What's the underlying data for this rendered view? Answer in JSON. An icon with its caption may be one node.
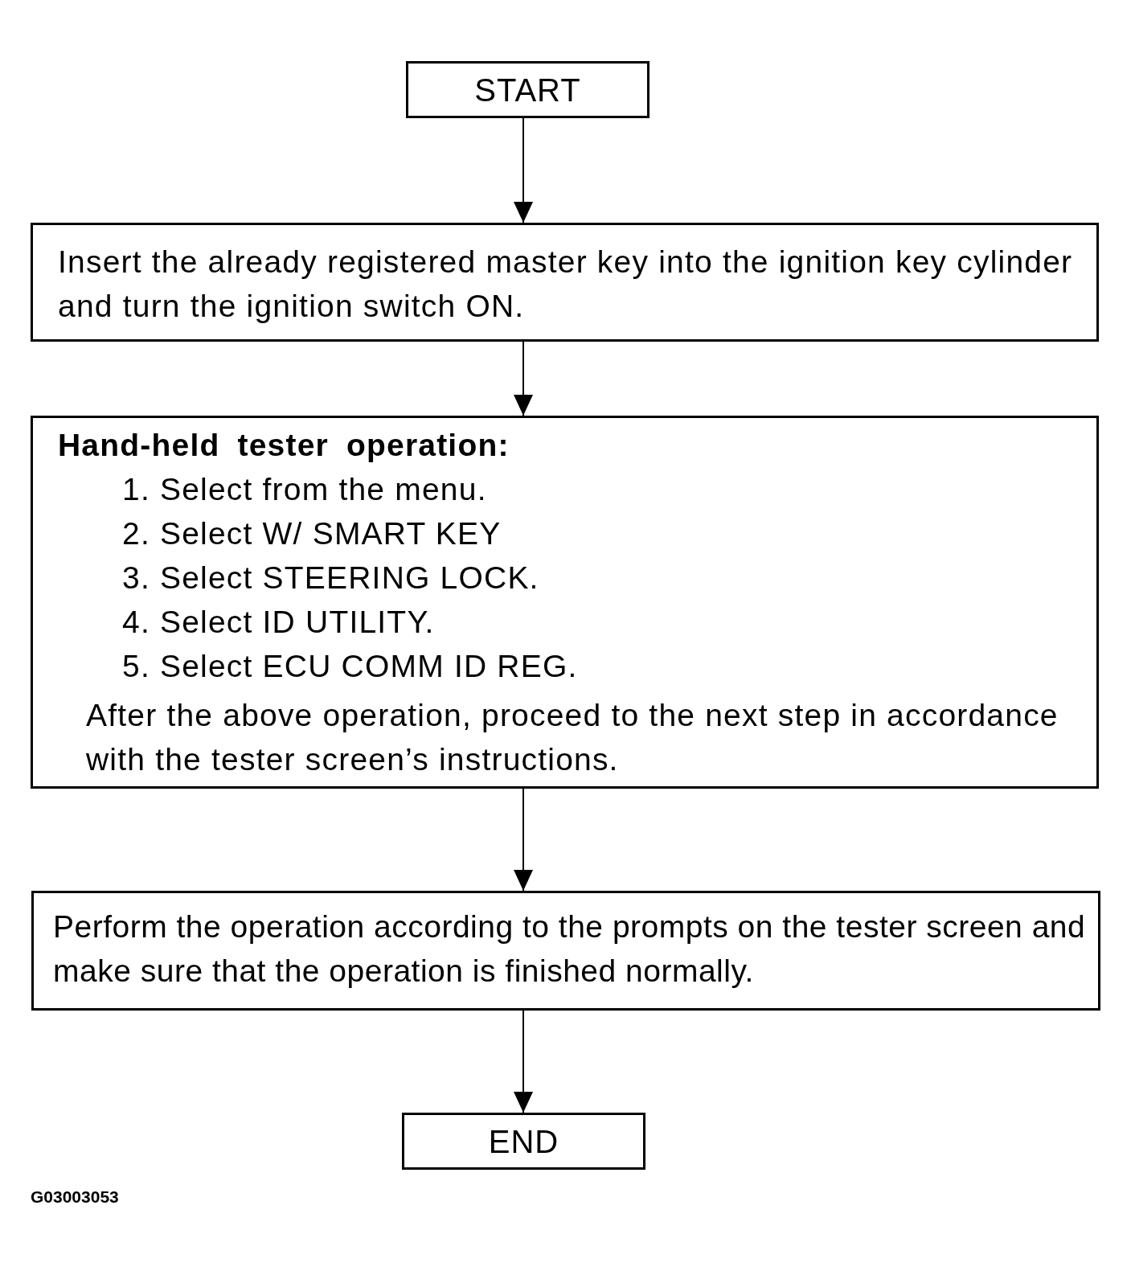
{
  "diagram": {
    "nodes": [
      {
        "text": [
          "START"
        ]
      },
      {
        "text": [
          "Insert the already registered master key into the ignition key cylinder and turn the ignition switch ON."
        ]
      },
      {
        "text": [
          "Hand-held tester operation:",
          "1. Select from the menu.",
          "2. Select W/ SMART KEY",
          "3. Select STEERING LOCK.",
          "4. Select ID UTILITY.",
          "5. Select ECU COMM ID REG.",
          "After the above operation, proceed to the next step in accordance with the tester screen’s instructions."
        ]
      },
      {
        "text": [
          "Perform the operation according to the prompts on the tester screen and make sure that the operation is finished normally."
        ]
      },
      {
        "text": [
          "END"
        ]
      }
    ],
    "edges": [
      {
        "from": 0,
        "to": 1,
        "arrow": "to"
      },
      {
        "from": 1,
        "to": 2,
        "arrow": "to"
      },
      {
        "from": 2,
        "to": 3,
        "arrow": "to"
      },
      {
        "from": 3,
        "to": 4,
        "arrow": "to"
      }
    ],
    "labels": [
      "G03003053"
    ]
  }
}
